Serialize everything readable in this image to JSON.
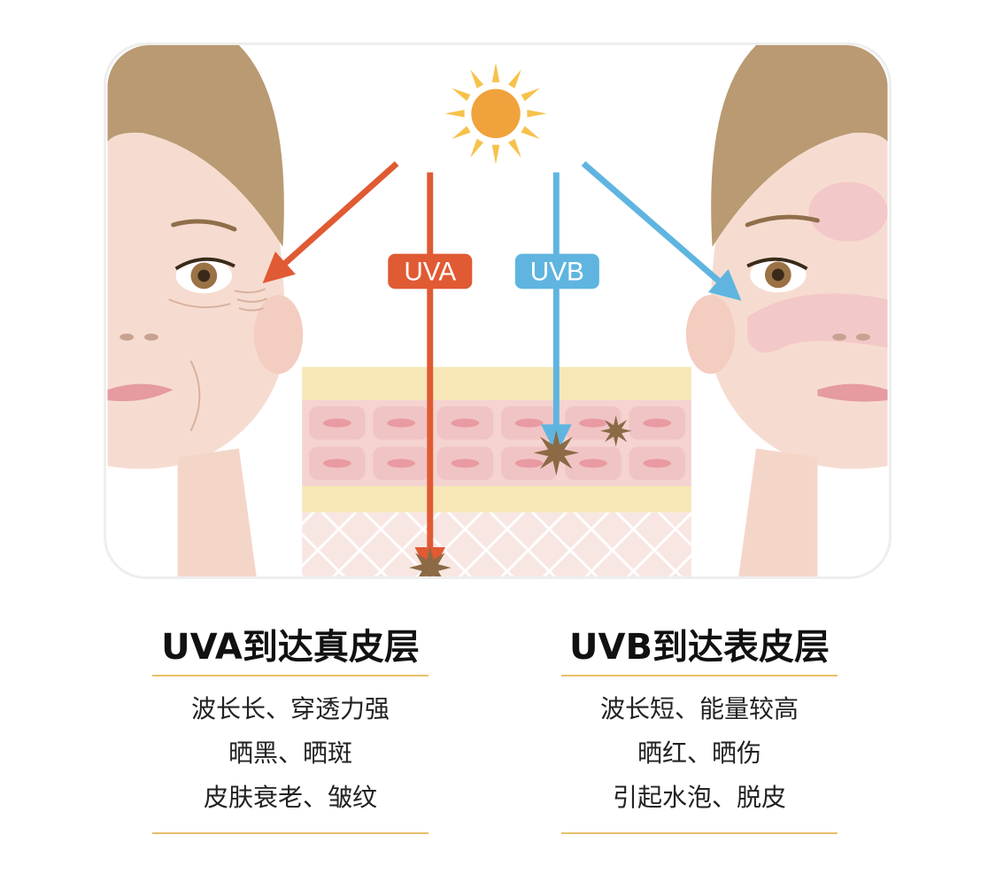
{
  "illustration": {
    "uva_label": "UVA",
    "uvb_label": "UVB",
    "colors": {
      "uva": "#e05a33",
      "uvb": "#5fb5e0",
      "sun_core": "#f0a23c",
      "sun_rays": "#f6c24c",
      "hair": "#b99a72",
      "skin": "#f6dcd0",
      "skin_shadow": "#efc7b8",
      "epidermis_top": "#f7e7b7",
      "cell_band": "#f4d3d0",
      "cell": "#f0c4c4",
      "cell_core": "#e99aa2",
      "dermis": "#f8e6e3",
      "damage_star": "#8b6a45"
    }
  },
  "uva": {
    "title": "UVA到达真皮层",
    "items": [
      "波长长、穿透力强",
      "晒黑、晒斑",
      "皮肤衰老、皱纹"
    ]
  },
  "uvb": {
    "title": "UVB到达表皮层",
    "items": [
      "波长短、能量较高",
      "晒红、晒伤",
      "引起水泡、脱皮"
    ]
  }
}
